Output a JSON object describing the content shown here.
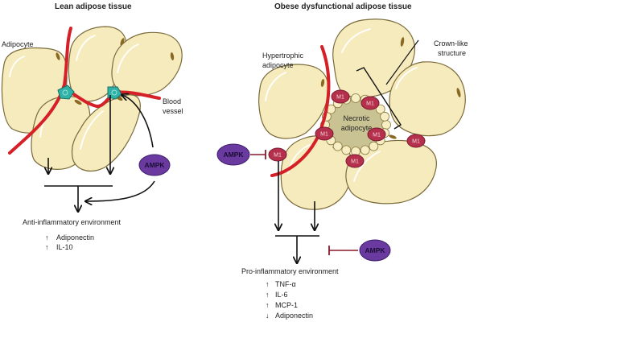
{
  "panels": {
    "lean": {
      "title": "Lean adipose tissue",
      "adipocyte_label": "Adipocyte",
      "blood_vessel_label_line1": "Blood",
      "blood_vessel_label_line2": "vessel",
      "ampk_label": "AMPK",
      "environment_label": "Anti-inflammatory environment",
      "markers": [
        {
          "direction": "up",
          "arrow": "↑",
          "name": "Adiponectin"
        },
        {
          "direction": "up",
          "arrow": "↑",
          "name": "IL-10"
        }
      ]
    },
    "obese": {
      "title": "Obese dysfunctional adipose tissue",
      "hypertrophic_label_line1": "Hypertrophic",
      "hypertrophic_label_line2": "adipocyte",
      "crown_label_line1": "Crown-like",
      "crown_label_line2": "structure",
      "necrotic_label_line1": "Necrotic",
      "necrotic_label_line2": "adipocyte",
      "macrophage_label": "M1",
      "ampk_left_label": "AMPK",
      "ampk_right_label": "AMPK",
      "environment_label": "Pro-inflammatory environment",
      "markers": [
        {
          "direction": "up",
          "arrow": "↑",
          "name": "TNF-α"
        },
        {
          "direction": "up",
          "arrow": "↑",
          "name": "IL-6"
        },
        {
          "direction": "up",
          "arrow": "↑",
          "name": "MCP-1"
        },
        {
          "direction": "down",
          "arrow": "↓",
          "name": "Adiponectin"
        }
      ]
    }
  },
  "colors": {
    "adipocyte": "#f6ebbd",
    "vessel": "#d62027",
    "m1_macrophage": "#b5304c",
    "m2_macrophage": "#2fb3a8",
    "ampk": "#6a3aa0",
    "necrotic": "#c9c394"
  }
}
